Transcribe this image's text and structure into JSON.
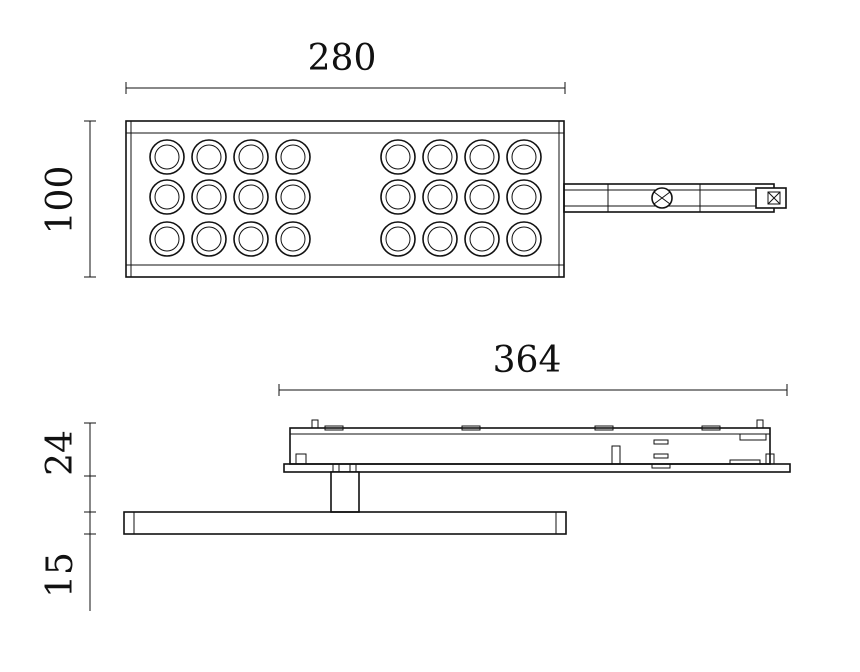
{
  "dimensions": {
    "top_width": "280",
    "top_height": "100",
    "side_length": "364",
    "side_upper_height": "24",
    "side_lower_height": "15"
  },
  "colors": {
    "line": "#111111",
    "background": "#ffffff"
  }
}
